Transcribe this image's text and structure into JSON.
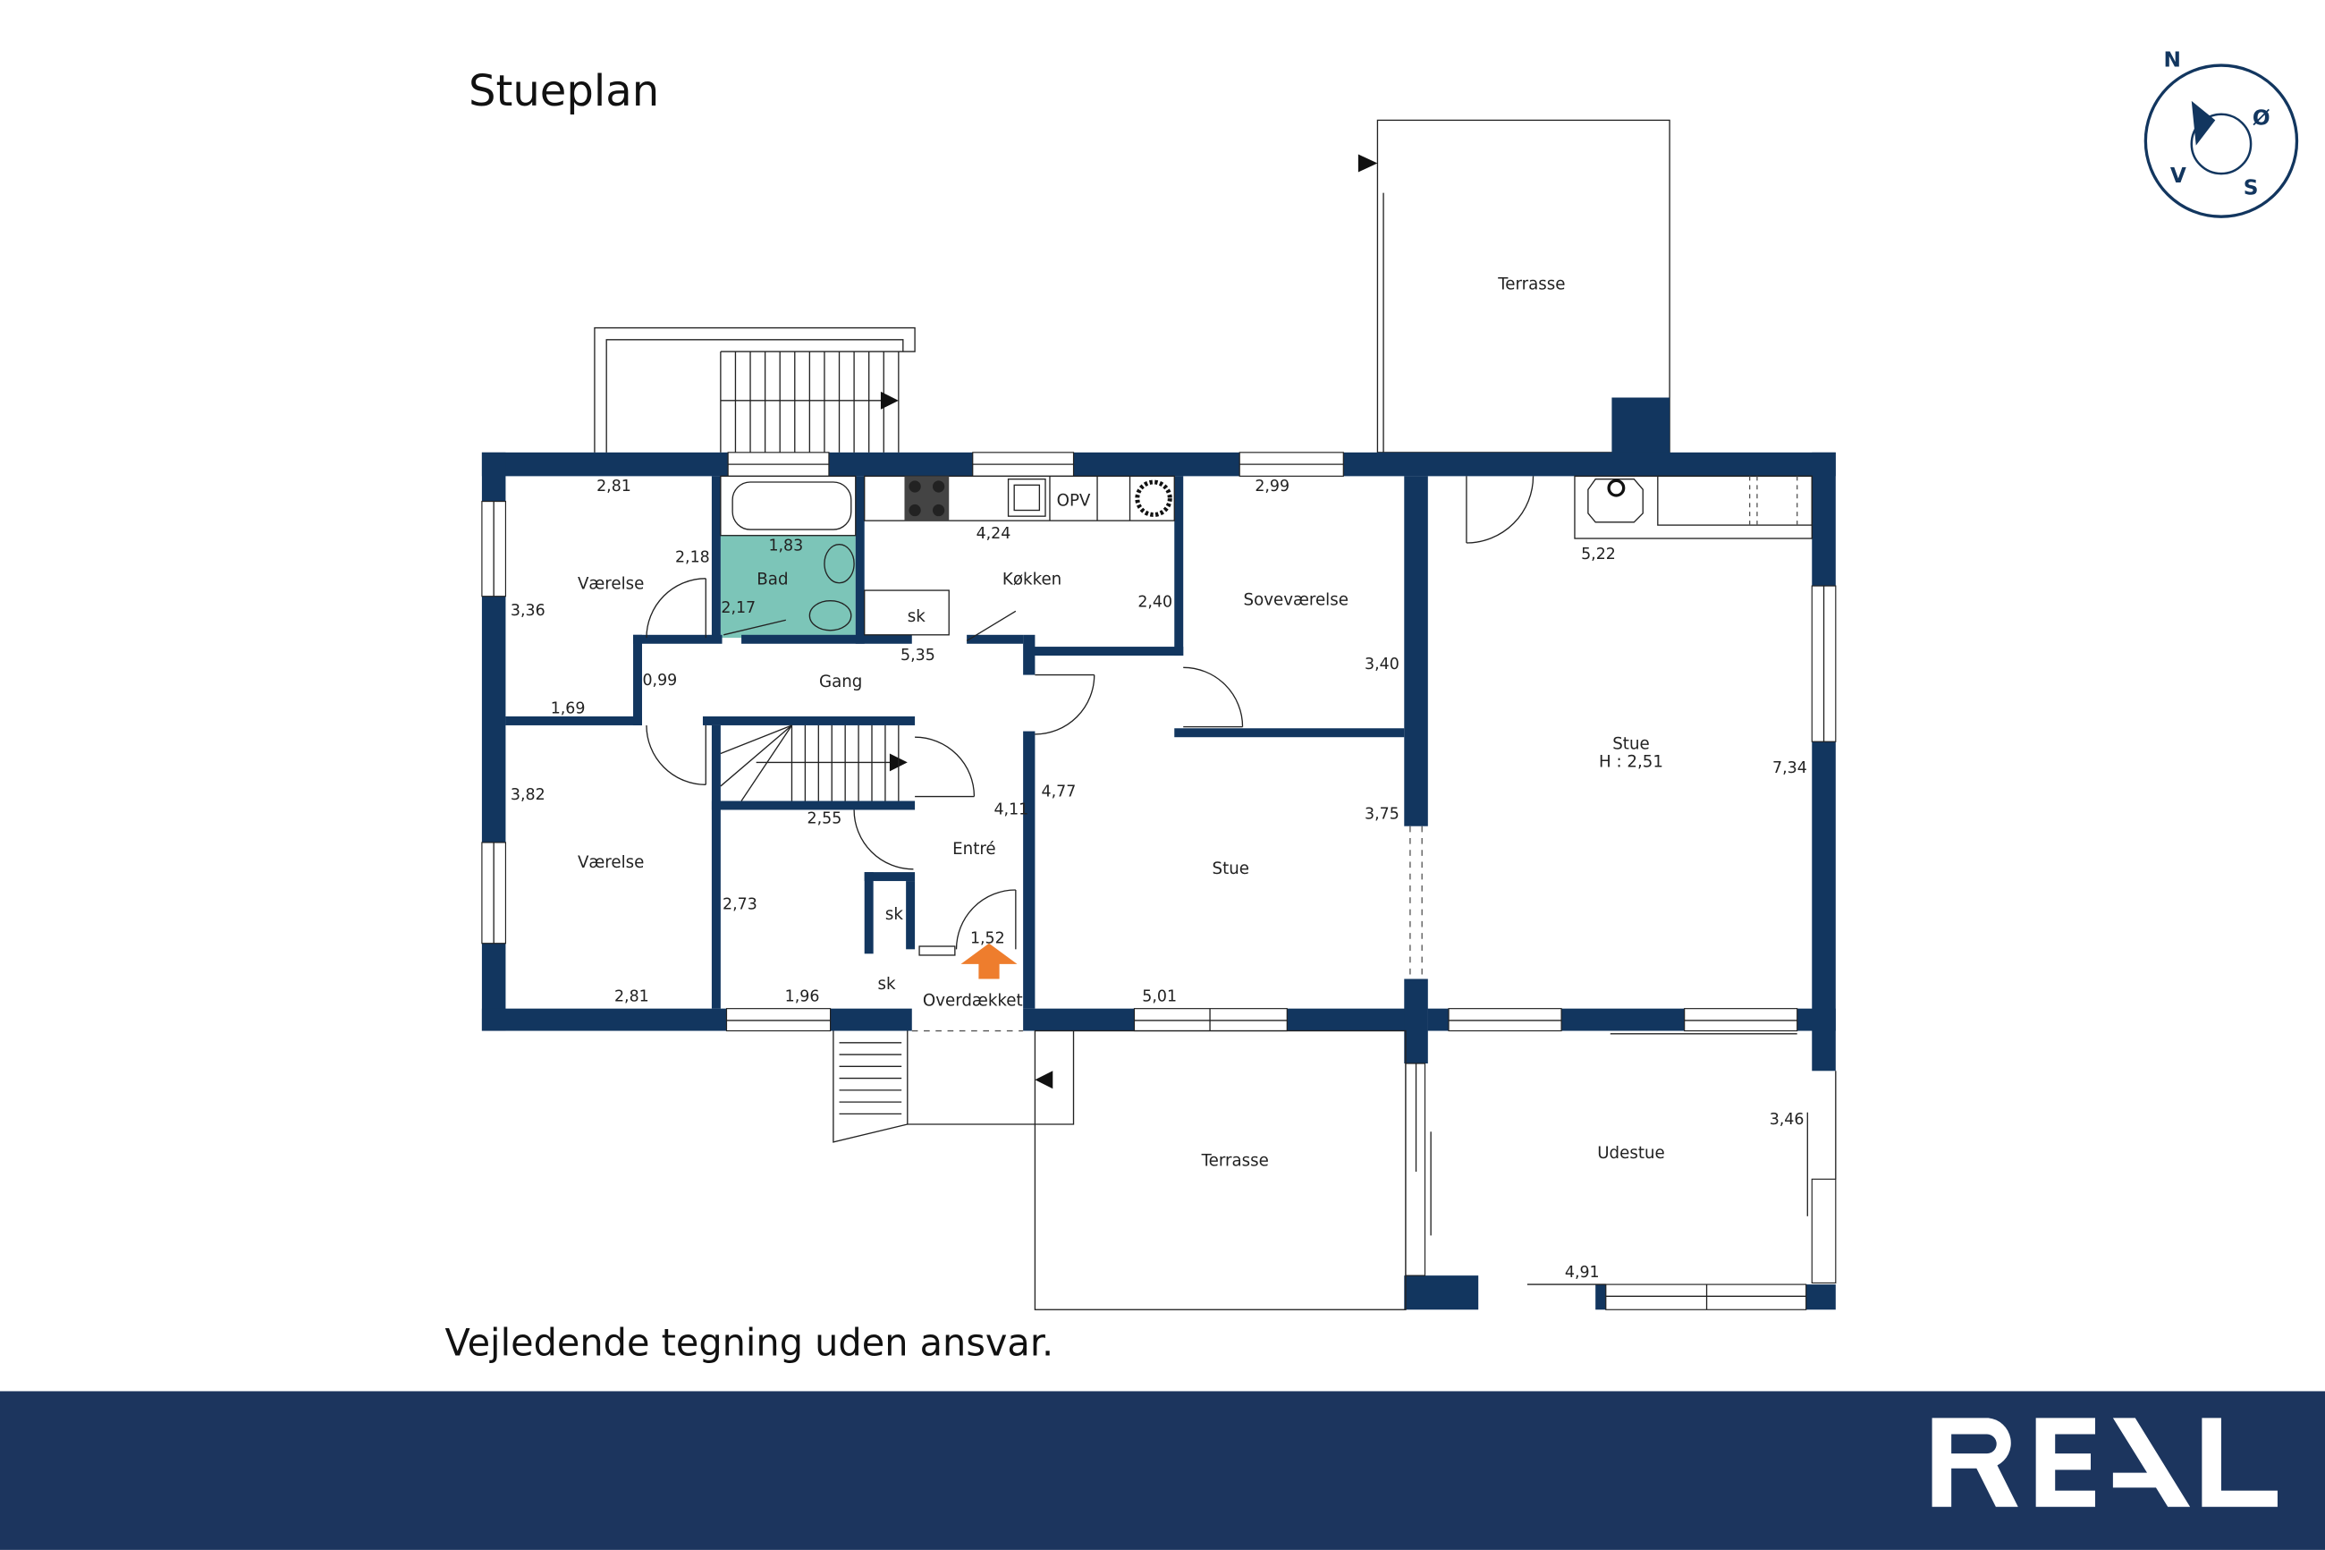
{
  "title": "Stueplan",
  "disclaimer": "Vejledende tegning uden ansvar.",
  "brand": {
    "logo_text": "REAL",
    "color": "#1c355e"
  },
  "colors": {
    "wall": "#12365f",
    "bath": "#7cc5b8",
    "entry_arrow": "#ee7d2d"
  },
  "compass": {
    "n": "N",
    "e": "Ø",
    "s": "S",
    "w": "V"
  },
  "rooms": {
    "vaerelse1": "Værelse",
    "vaerelse2": "Værelse",
    "bad": "Bad",
    "koekken": "Køkken",
    "sovevaerelse": "Soveværelse",
    "gang": "Gang",
    "entre": "Entré",
    "stue1": "Stue",
    "stue2": "Stue",
    "stue2_height": "H : 2,51",
    "udestue": "Udestue",
    "terrasse_top": "Terrasse",
    "terrasse_bottom": "Terrasse",
    "overdaekket": "Overdækket",
    "sk1": "sk",
    "sk2": "sk",
    "sk3": "sk",
    "opv": "OPV"
  },
  "dimensions": {
    "d281a": "2,81",
    "d218": "2,18",
    "d336": "3,36",
    "d169": "1,69",
    "d099": "0,99",
    "d183": "1,83",
    "d217": "2,17",
    "d424": "4,24",
    "d240": "2,40",
    "d535": "5,35",
    "d299": "2,99",
    "d340": "3,40",
    "d522": "5,22",
    "d734": "7,34",
    "d382": "3,82",
    "d281b": "2,81",
    "d255": "2,55",
    "d273": "2,73",
    "d196": "1,96",
    "d411": "4,11",
    "d477": "4,77",
    "d152": "1,52",
    "d375": "3,75",
    "d501": "5,01",
    "d346": "3,46",
    "d491": "4,91"
  }
}
